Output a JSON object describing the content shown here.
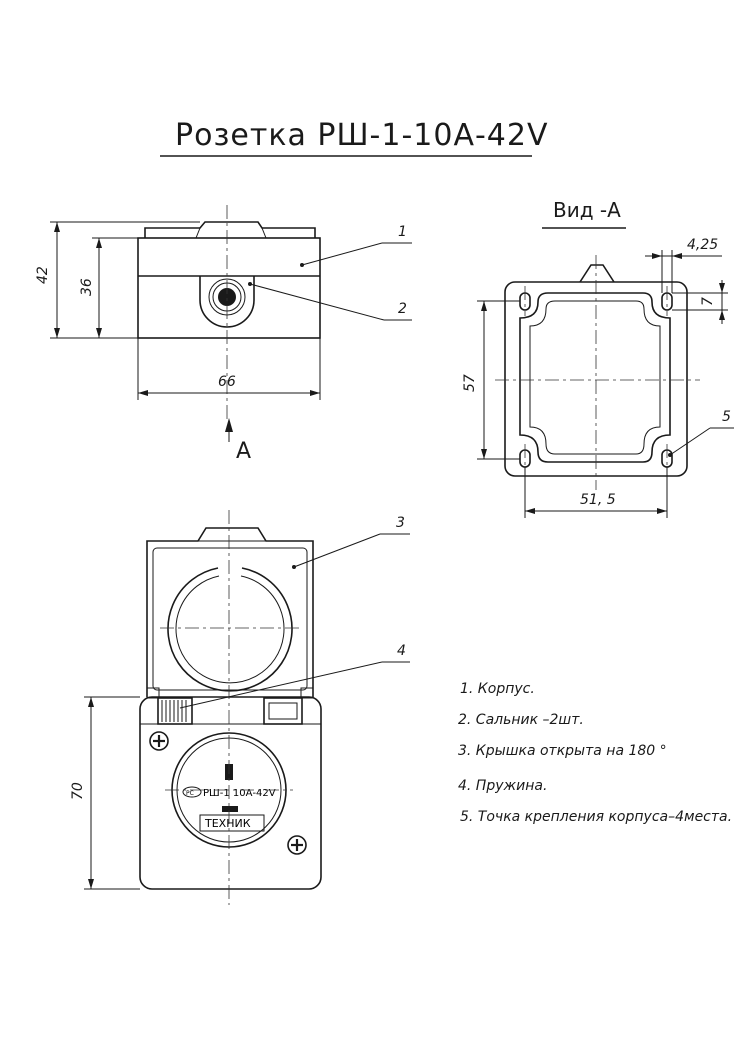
{
  "title": "Розетка   РШ-1-10А-42V",
  "view_a": {
    "label": "Вид -А"
  },
  "arrow_label": "A",
  "dimensions": {
    "top_total_height": "42",
    "top_body_height": "36",
    "top_width": "66",
    "view_a_height": "57",
    "view_a_width": "51, 5",
    "view_a_offset": "4,25",
    "view_a_hole": "7",
    "front_height": "70"
  },
  "callouts": [
    "1",
    "2",
    "3",
    "4",
    "5"
  ],
  "socket_face": {
    "model": "РШ-1 10А-42V",
    "logo": "РС",
    "brand": "ТЕХНИК"
  },
  "legend": [
    "1. Корпус.",
    "2. Сальник –2шт.",
    "3. Крышка открыта на 180 °",
    "4. Пружина.",
    "5. Точка крепления корпуса–4места."
  ]
}
